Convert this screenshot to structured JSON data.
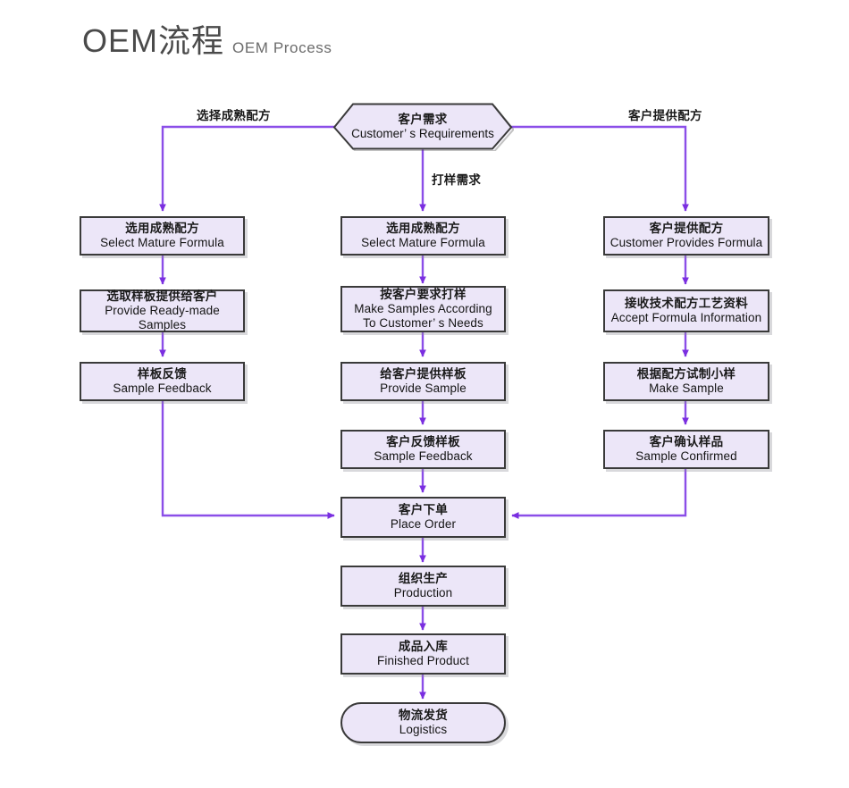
{
  "title": {
    "cn": "OEM流程",
    "en": "OEM Process"
  },
  "colors": {
    "node_fill": "#ece6f8",
    "node_border": "#3a3a3a",
    "connector": "#8b4ee8",
    "title_cn": "#4a4a4a",
    "title_en": "#6b6b6b",
    "background": "#ffffff"
  },
  "start_node": {
    "shape": "hexagon",
    "cn": "客户需求",
    "en": "Customer’ s Requirements"
  },
  "edge_labels": [
    {
      "id": "left",
      "text": "选择成熟配方"
    },
    {
      "id": "middle",
      "text": "打样需求"
    },
    {
      "id": "right",
      "text": "客户提供配方"
    }
  ],
  "branches": {
    "left": {
      "name": "Select Mature Formula branch",
      "nodes": [
        {
          "cn": "选用成熟配方",
          "en": [
            "Select Mature Formula"
          ]
        },
        {
          "cn": "选取样板提供给客户",
          "en": [
            "Provide Ready-made Samples"
          ]
        },
        {
          "cn": "样板反馈",
          "en": [
            "Sample Feedback"
          ]
        }
      ]
    },
    "middle": {
      "name": "Sampling Requirement branch",
      "nodes": [
        {
          "cn": "选用成熟配方",
          "en": [
            "Select Mature Formula"
          ]
        },
        {
          "cn": "按客户要求打样",
          "en": [
            "Make Samples According",
            "To Customer’ s Needs"
          ]
        },
        {
          "cn": "给客户提供样板",
          "en": [
            "Provide Sample"
          ]
        },
        {
          "cn": "客户反馈样板",
          "en": [
            "Sample Feedback"
          ]
        }
      ]
    },
    "right": {
      "name": "Customer Provides Formula branch",
      "nodes": [
        {
          "cn": "客户提供配方",
          "en": [
            "Customer Provides Formula"
          ]
        },
        {
          "cn": "接收技术配方工艺资料",
          "en": [
            "Accept Formula Information"
          ]
        },
        {
          "cn": "根据配方试制小样",
          "en": [
            "Make Sample"
          ]
        },
        {
          "cn": "客户确认样品",
          "en": [
            "Sample Confirmed"
          ]
        }
      ]
    }
  },
  "trunk": {
    "name": "Order fulfilment trunk",
    "nodes": [
      {
        "cn": "客户下单",
        "en": [
          "Place Order"
        ],
        "shape": "rect"
      },
      {
        "cn": "组织生产",
        "en": [
          "Production"
        ],
        "shape": "rect"
      },
      {
        "cn": "成品入库",
        "en": [
          "Finished Product"
        ],
        "shape": "rect"
      },
      {
        "cn": "物流发货",
        "en": [
          "Logistics"
        ],
        "shape": "pill"
      }
    ]
  }
}
